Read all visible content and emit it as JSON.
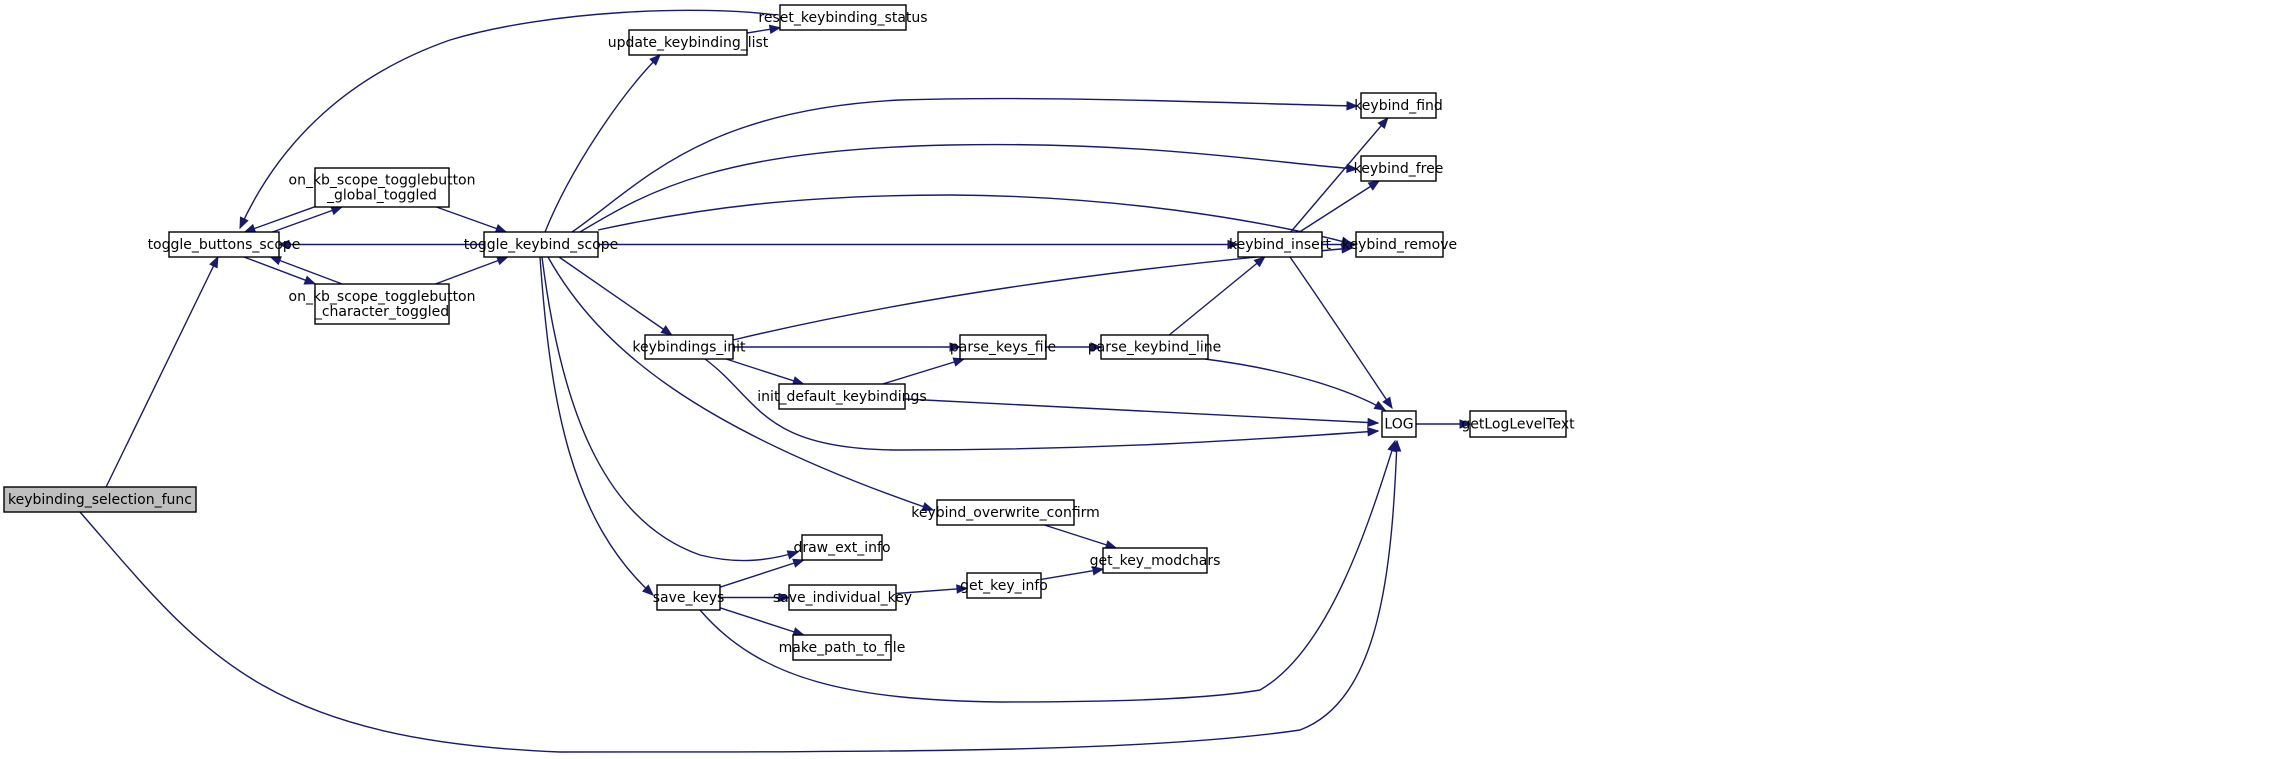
{
  "graph": {
    "type": "call-graph",
    "nodes": [
      {
        "id": "keybinding_selection_func",
        "lines": [
          "keybinding_selection_func"
        ],
        "highlighted": true
      },
      {
        "id": "toggle_buttons_scope",
        "lines": [
          "toggle_buttons_scope"
        ]
      },
      {
        "id": "on_kb_scope_togglebutton_global_toggled",
        "lines": [
          "on_kb_scope_togglebutton",
          "_global_toggled"
        ]
      },
      {
        "id": "on_kb_scope_togglebutton_character_toggled",
        "lines": [
          "on_kb_scope_togglebutton",
          "_character_toggled"
        ]
      },
      {
        "id": "toggle_keybind_scope",
        "lines": [
          "toggle_keybind_scope"
        ]
      },
      {
        "id": "update_keybinding_list",
        "lines": [
          "update_keybinding_list"
        ]
      },
      {
        "id": "reset_keybinding_status",
        "lines": [
          "reset_keybinding_status"
        ]
      },
      {
        "id": "keybindings_init",
        "lines": [
          "keybindings_init"
        ]
      },
      {
        "id": "init_default_keybindings",
        "lines": [
          "init_default_keybindings"
        ]
      },
      {
        "id": "parse_keys_file",
        "lines": [
          "parse_keys_file"
        ]
      },
      {
        "id": "parse_keybind_line",
        "lines": [
          "parse_keybind_line"
        ]
      },
      {
        "id": "keybind_insert",
        "lines": [
          "keybind_insert"
        ]
      },
      {
        "id": "keybind_find",
        "lines": [
          "keybind_find"
        ]
      },
      {
        "id": "keybind_free",
        "lines": [
          "keybind_free"
        ]
      },
      {
        "id": "keybind_remove",
        "lines": [
          "keybind_remove"
        ]
      },
      {
        "id": "LOG",
        "lines": [
          "LOG"
        ]
      },
      {
        "id": "getLogLevelText",
        "lines": [
          "getLogLevelText"
        ]
      },
      {
        "id": "keybind_overwrite_confirm",
        "lines": [
          "keybind_overwrite_confirm"
        ]
      },
      {
        "id": "get_key_modchars",
        "lines": [
          "get_key_modchars"
        ]
      },
      {
        "id": "draw_ext_info",
        "lines": [
          "draw_ext_info"
        ]
      },
      {
        "id": "save_keys",
        "lines": [
          "save_keys"
        ]
      },
      {
        "id": "save_individual_key",
        "lines": [
          "save_individual_key"
        ]
      },
      {
        "id": "get_key_info",
        "lines": [
          "get_key_info"
        ]
      },
      {
        "id": "make_path_to_file",
        "lines": [
          "make_path_to_file"
        ]
      }
    ],
    "edges": [
      {
        "from": "keybinding_selection_func",
        "to": "toggle_buttons_scope"
      },
      {
        "from": "keybinding_selection_func",
        "to": "LOG"
      },
      {
        "from": "toggle_buttons_scope",
        "to": "on_kb_scope_togglebutton_global_toggled"
      },
      {
        "from": "toggle_buttons_scope",
        "to": "on_kb_scope_togglebutton_character_toggled"
      },
      {
        "from": "on_kb_scope_togglebutton_global_toggled",
        "to": "toggle_buttons_scope"
      },
      {
        "from": "on_kb_scope_togglebutton_global_toggled",
        "to": "toggle_keybind_scope"
      },
      {
        "from": "on_kb_scope_togglebutton_character_toggled",
        "to": "toggle_buttons_scope"
      },
      {
        "from": "on_kb_scope_togglebutton_character_toggled",
        "to": "toggle_keybind_scope"
      },
      {
        "from": "toggle_keybind_scope",
        "to": "toggle_buttons_scope"
      },
      {
        "from": "toggle_keybind_scope",
        "to": "update_keybinding_list"
      },
      {
        "from": "toggle_keybind_scope",
        "to": "keybind_find"
      },
      {
        "from": "toggle_keybind_scope",
        "to": "keybind_free"
      },
      {
        "from": "toggle_keybind_scope",
        "to": "keybind_remove"
      },
      {
        "from": "toggle_keybind_scope",
        "to": "keybind_insert"
      },
      {
        "from": "toggle_keybind_scope",
        "to": "keybindings_init"
      },
      {
        "from": "toggle_keybind_scope",
        "to": "keybind_overwrite_confirm"
      },
      {
        "from": "toggle_keybind_scope",
        "to": "draw_ext_info"
      },
      {
        "from": "toggle_keybind_scope",
        "to": "save_keys"
      },
      {
        "from": "update_keybinding_list",
        "to": "reset_keybinding_status"
      },
      {
        "from": "reset_keybinding_status",
        "to": "toggle_buttons_scope"
      },
      {
        "from": "keybindings_init",
        "to": "keybind_remove"
      },
      {
        "from": "keybindings_init",
        "to": "parse_keys_file"
      },
      {
        "from": "keybindings_init",
        "to": "init_default_keybindings"
      },
      {
        "from": "keybindings_init",
        "to": "LOG"
      },
      {
        "from": "init_default_keybindings",
        "to": "parse_keys_file"
      },
      {
        "from": "init_default_keybindings",
        "to": "LOG"
      },
      {
        "from": "parse_keys_file",
        "to": "parse_keybind_line"
      },
      {
        "from": "parse_keybind_line",
        "to": "keybind_insert"
      },
      {
        "from": "parse_keybind_line",
        "to": "LOG"
      },
      {
        "from": "keybind_insert",
        "to": "keybind_find"
      },
      {
        "from": "keybind_insert",
        "to": "keybind_free"
      },
      {
        "from": "keybind_insert",
        "to": "keybind_remove"
      },
      {
        "from": "keybind_insert",
        "to": "LOG"
      },
      {
        "from": "LOG",
        "to": "getLogLevelText"
      },
      {
        "from": "keybind_overwrite_confirm",
        "to": "get_key_modchars"
      },
      {
        "from": "save_keys",
        "to": "draw_ext_info"
      },
      {
        "from": "save_keys",
        "to": "save_individual_key"
      },
      {
        "from": "save_keys",
        "to": "make_path_to_file"
      },
      {
        "from": "save_keys",
        "to": "LOG"
      },
      {
        "from": "save_individual_key",
        "to": "get_key_info"
      },
      {
        "from": "get_key_info",
        "to": "get_key_modchars"
      }
    ]
  },
  "colors": {
    "edge": "#191970",
    "node_border": "#000000",
    "node_fill": "#ffffff",
    "highlight_fill": "#bfbfbf"
  }
}
